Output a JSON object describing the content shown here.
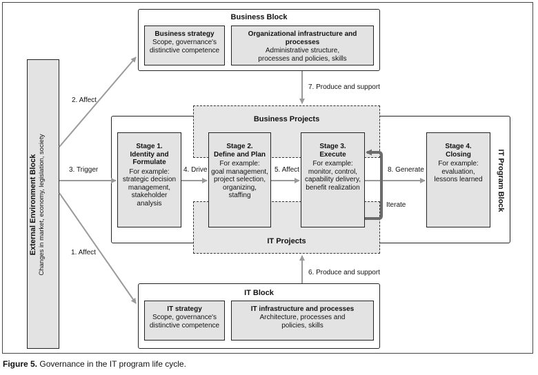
{
  "external": {
    "title": "External Environment Block",
    "subtitle": "Changes in market, economy, legislation, society"
  },
  "business_block": {
    "title": "Business Block",
    "strategy": {
      "title": "Business strategy",
      "lines": [
        "Scope, governance's",
        "distinctive competence"
      ]
    },
    "infrastructure": {
      "title": "Organizational infrastructure and processes",
      "lines": [
        "Administrative structure,",
        "processes and policies, skills"
      ]
    }
  },
  "it_block": {
    "title": "IT Block",
    "strategy": {
      "title": "IT strategy",
      "lines": [
        "Scope, governance's",
        "distinctive competence"
      ]
    },
    "infrastructure": {
      "title": "IT infrastructure and processes",
      "lines": [
        "Architecture, processes and",
        "policies, skills"
      ]
    }
  },
  "program_block": {
    "title": "IT Program Block"
  },
  "business_projects": {
    "title": "Business Projects"
  },
  "it_projects": {
    "title": "IT Projects"
  },
  "stages": [
    {
      "title1": "Stage 1.",
      "title2": "Identity and",
      "title3": "Formulate",
      "lines": [
        "For example:",
        "strategic decision",
        "management,",
        "stakeholder",
        "analysis"
      ]
    },
    {
      "title1": "Stage 2.",
      "title2": "Define and Plan",
      "title3": "",
      "lines": [
        "For example:",
        "goal management,",
        "project selection,",
        "organizing,",
        "staffing"
      ]
    },
    {
      "title1": "Stage 3.",
      "title2": "Execute",
      "title3": "",
      "lines": [
        "For example:",
        "monitor, control,",
        "capability delivery,",
        "benefit realization"
      ]
    },
    {
      "title1": "Stage 4.",
      "title2": "Closing",
      "title3": "",
      "lines": [
        "For example:",
        "evaluation,",
        "lessons learned"
      ]
    }
  ],
  "arrows": {
    "affect_top": "2. Affect",
    "trigger": "3. Trigger",
    "affect_bottom": "1. Affect",
    "drive": "4. Drive",
    "affect_mid": "5. Affect",
    "generate": "8. Generate",
    "iterate": "Iterate",
    "produce_business": "7. Produce and support",
    "produce_it": "6. Produce and support"
  },
  "caption": {
    "label": "Figure 5.",
    "text": "Governance in the IT program life cycle."
  },
  "colors": {
    "box_fill": "#e3e3e3",
    "arrow": "#9a9a9a",
    "iterate": "#6b6b6b"
  }
}
